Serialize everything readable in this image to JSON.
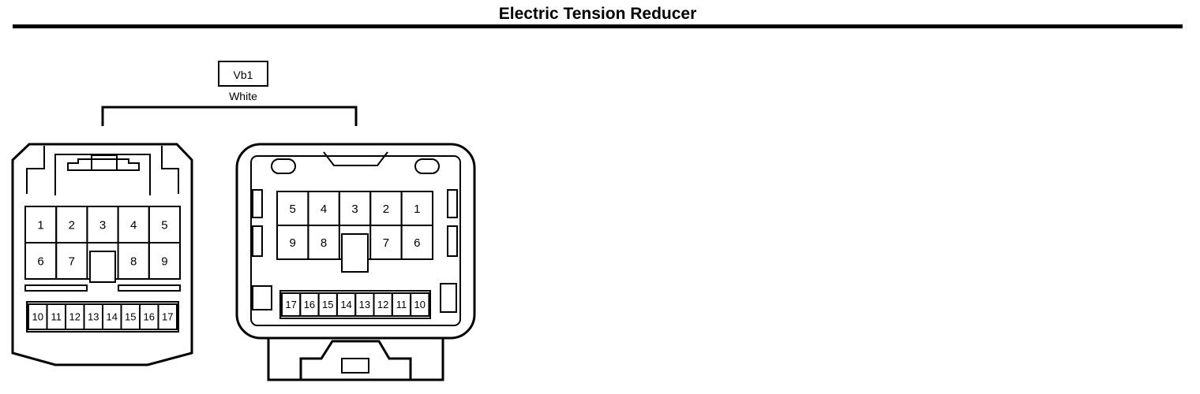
{
  "title": "Electric Tension Reducer",
  "connector": {
    "code": "Vb1",
    "color": "White"
  },
  "left_view": {
    "upper_row": [
      "1",
      "2",
      "3",
      "4",
      "5"
    ],
    "middle_row": [
      "6",
      "7",
      "",
      "8",
      "9"
    ],
    "lower_row": [
      "10",
      "11",
      "12",
      "13",
      "14",
      "15",
      "16",
      "17"
    ]
  },
  "right_view": {
    "upper_row": [
      "5",
      "4",
      "3",
      "2",
      "1"
    ],
    "middle_row": [
      "9",
      "8",
      "",
      "7",
      "6"
    ],
    "lower_row": [
      "17",
      "16",
      "15",
      "14",
      "13",
      "12",
      "11",
      "10"
    ]
  }
}
